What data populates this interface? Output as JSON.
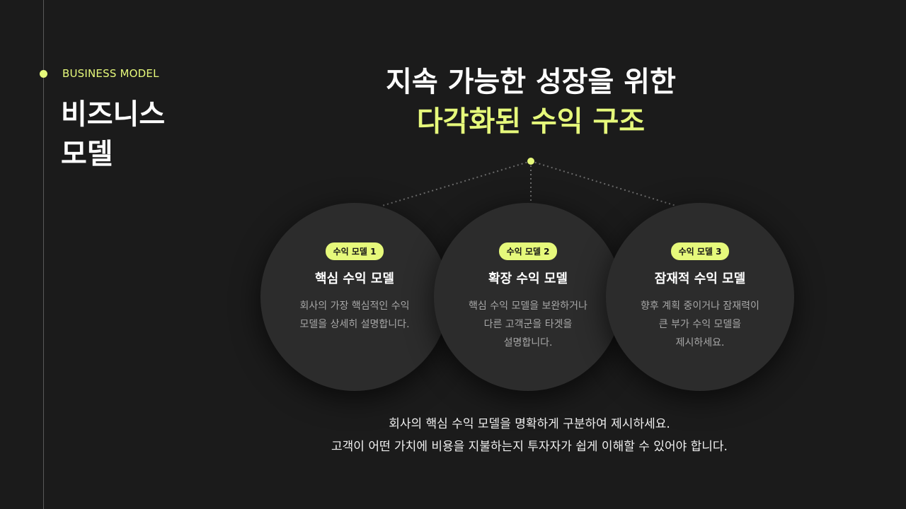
{
  "side": {
    "eyebrow": "BUSINESS MODEL",
    "title": "비즈니스\n모델"
  },
  "heading": {
    "line1": "지속 가능한 성장을 위한",
    "line2": "다각화된 수익 구조"
  },
  "models": [
    {
      "badge": "수익 모델 1",
      "title": "핵심 수익 모델",
      "desc": "회사의 가장 핵심적인 수익 모델을 상세히 설명합니다."
    },
    {
      "badge": "수익 모델 2",
      "title": "확장 수익 모델",
      "desc": "핵심 수익 모델을 보완하거나 다른 고객군을 타겟을 설명합니다."
    },
    {
      "badge": "수익 모델 3",
      "title": "잠재적 수익 모델",
      "desc": "향후 계획 중이거나 잠재력이 큰 부가 수익 모델을 제시하세요."
    }
  ],
  "footer": {
    "line1": "회사의 핵심 수익 모델을 명확하게 구분하여 제시하세요.",
    "line2": "고객이 어떤 가치에 비용을 지불하는지 투자자가 쉽게 이해할 수 있어야 합니다."
  },
  "colors": {
    "background": "#1b1b1b",
    "accent": "#e6f97b",
    "circle": "#2c2c2c",
    "muted_text": "#a8a8a8"
  }
}
